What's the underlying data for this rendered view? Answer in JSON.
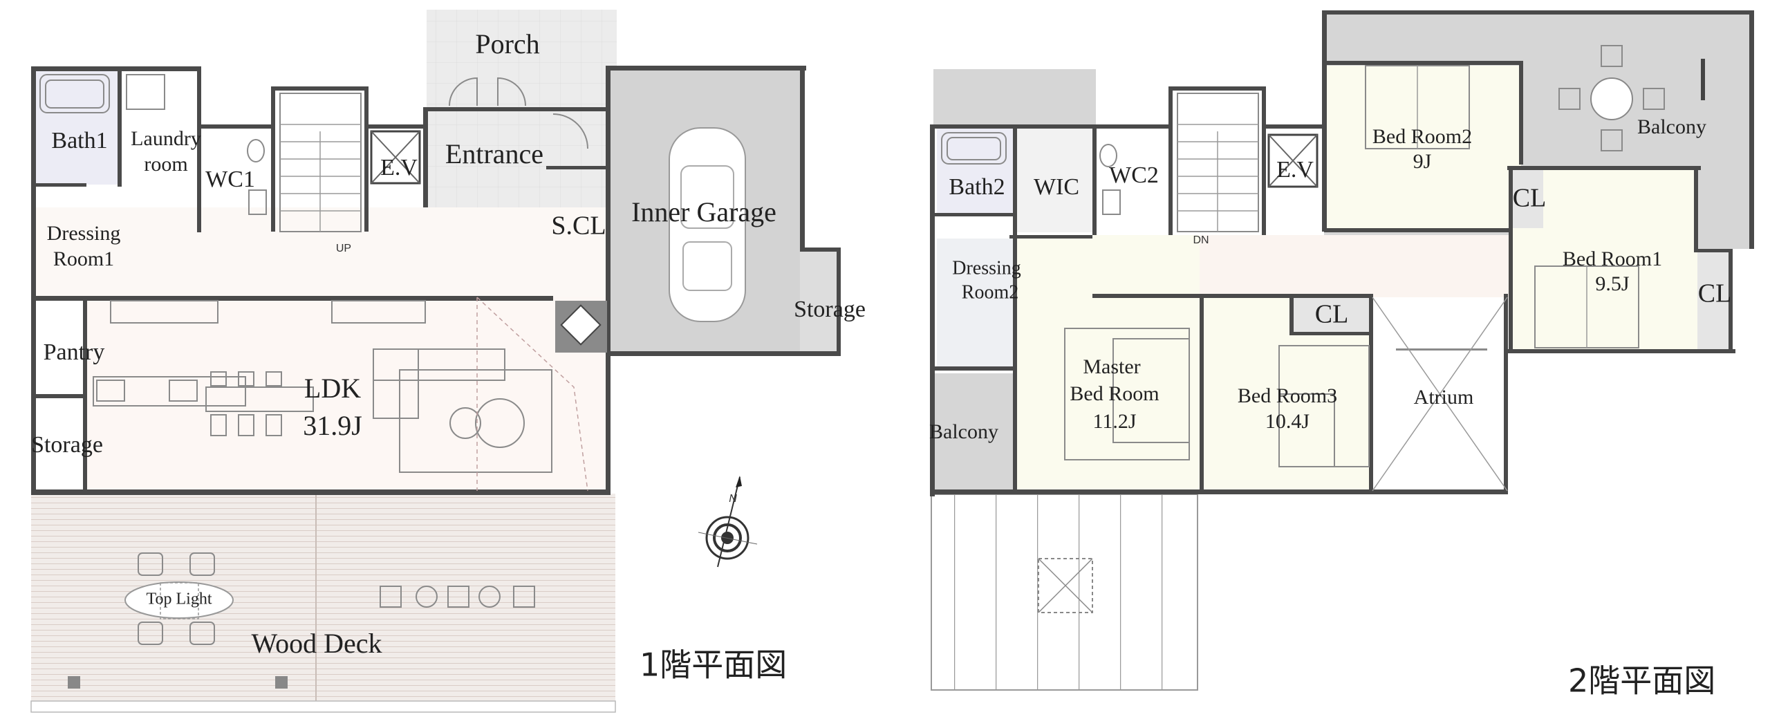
{
  "floor1": {
    "title": "1階平面図",
    "rooms": {
      "porch": "Porch",
      "bath1": "Bath1",
      "laundry_1": "Laundry",
      "laundry_2": "room",
      "wc1": "WC1",
      "ev": "E.V",
      "entrance": "Entrance",
      "scl": "S.CL",
      "inner_garage": "Inner Garage",
      "storage_garage": "Storage",
      "dressing1_1": "Dressing",
      "dressing1_2": "Room1",
      "pantry": "Pantry",
      "storage_west": "Storage",
      "ldk": "LDK",
      "ldk_size": "31.9J",
      "top_light": "Top Light",
      "wood_deck": "Wood Deck",
      "stair": "UP"
    }
  },
  "floor2": {
    "title": "2階平面図",
    "rooms": {
      "bath2": "Bath2",
      "wic": "WIC",
      "wc2": "WC2",
      "ev": "E.V",
      "stair": "DN",
      "bedroom2": "Bed Room2",
      "bedroom2_size": "9J",
      "balcony_ne": "Balcony",
      "cl_br2": "CL",
      "bedroom1": "Bed Room1",
      "bedroom1_size": "9.5J",
      "cl_br1": "CL",
      "dressing2_1": "Dressing",
      "dressing2_2": "Room2",
      "balcony_w": "Balcony",
      "master_1": "Master",
      "master_2": "Bed Room",
      "master_size": "11.2J",
      "cl_br3": "CL",
      "bedroom3": "Bed Room3",
      "bedroom3_size": "10.4J",
      "atrium": "Atrium"
    }
  },
  "compass": {
    "north": "N"
  },
  "colors": {
    "wall": "#4a4a4a",
    "garage": "#d3d3d3",
    "porch": "#ebebeb",
    "deck": "#f1ece9",
    "bedroom": "#fbfbee",
    "ldk": "#fdf7f4"
  }
}
